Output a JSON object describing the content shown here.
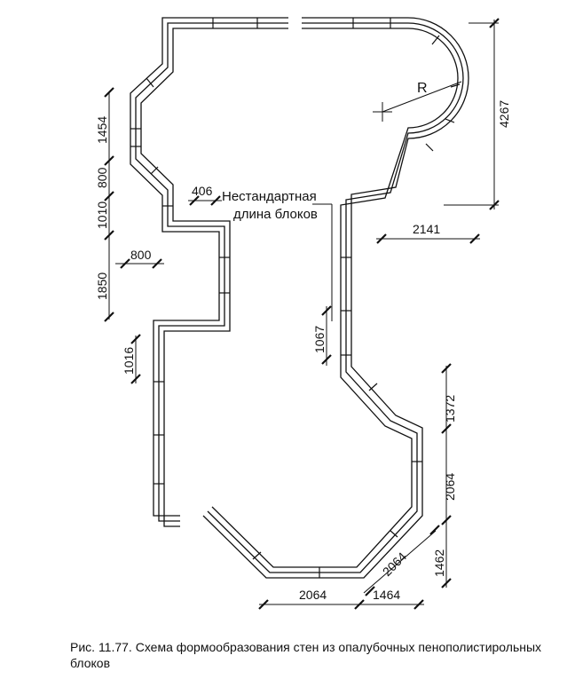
{
  "figure": {
    "caption": "Рис. 11.77. Схема формообразования стен из опалубочных пенополистирольных блоков",
    "annotation_line1": "Нестандартная",
    "annotation_line2": "длина блоков",
    "radius_label": "R"
  },
  "dimensions": {
    "d_1454": "1454",
    "d_800_left": "800",
    "d_1010": "1010",
    "d_1850": "1850",
    "d_800_inner": "800",
    "d_1016": "1016",
    "d_406": "406",
    "d_4267": "4267",
    "d_2141": "2141",
    "d_1067": "1067",
    "d_1372": "1372",
    "d_2064_right": "2064",
    "d_1462": "1462",
    "d_2064_diag": "2064",
    "d_2064_bottom": "2064",
    "d_1464": "1464"
  }
}
